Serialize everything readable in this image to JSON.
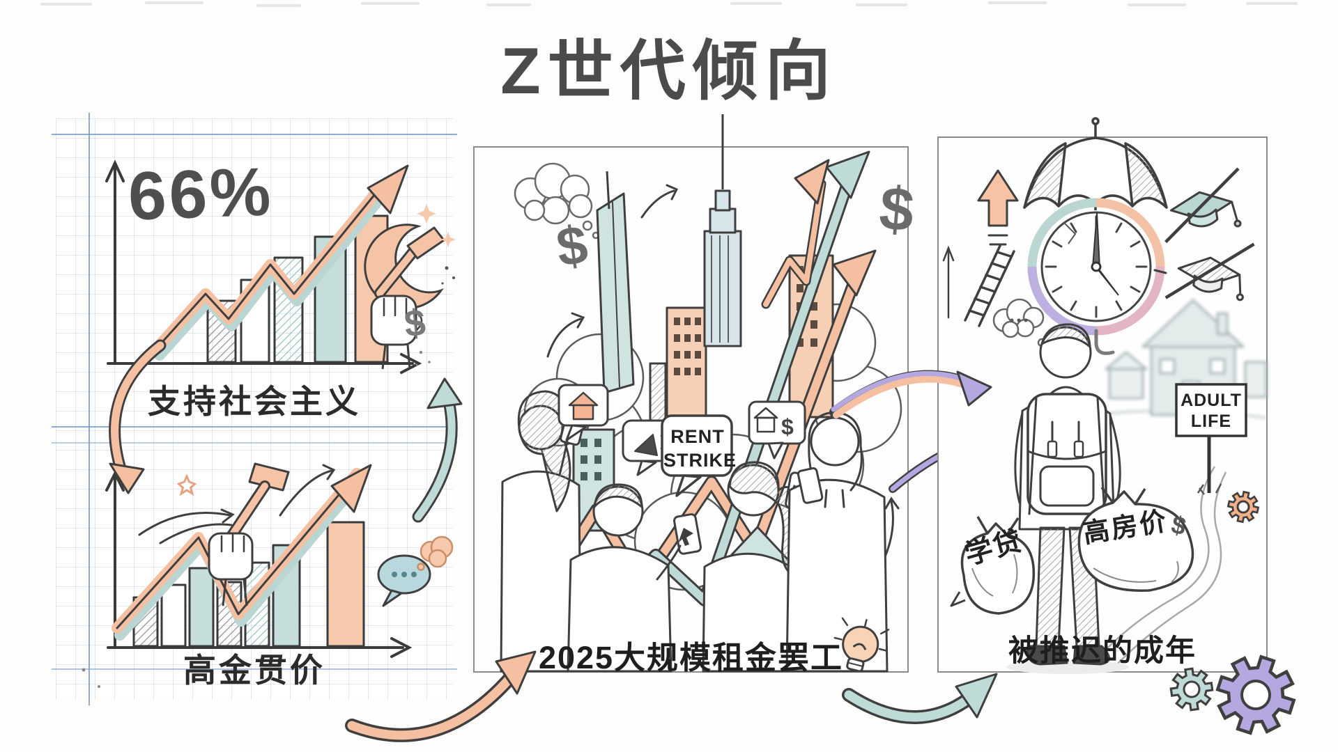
{
  "title": "Z世代倾向",
  "left_panel": {
    "stat_value": "66%",
    "top_caption": "支持社会主义",
    "bottom_caption": "高金贯价"
  },
  "middle_panel": {
    "bubble_line1": "RENT",
    "bubble_line2": "STRIKE",
    "caption": "2025大规模租金罢工"
  },
  "right_panel": {
    "sign_line1": "ADULT",
    "sign_line2": "LIFE",
    "bag_left_label": "学贷",
    "bag_right_label": "高房价",
    "caption": "被推迟的成年"
  },
  "icons": {
    "dollar": "$"
  },
  "colors": {
    "peach": "#f4c0a1",
    "teal": "#bdd9d5",
    "purple": "#b5a7e0",
    "sketch": "#3f3f3f",
    "grid_blue": "#7d9dc4"
  }
}
